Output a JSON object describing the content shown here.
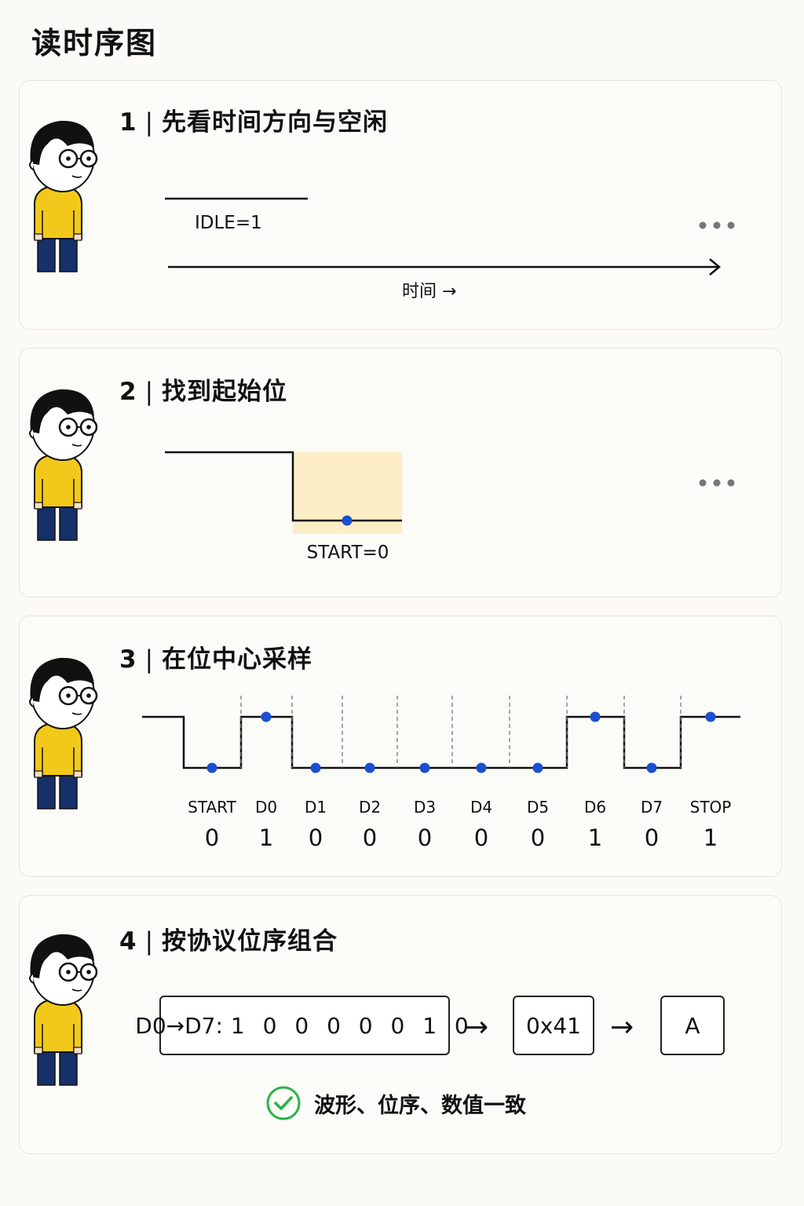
{
  "title": "读时序图",
  "steps": [
    {
      "num": "1",
      "title": "先看时间方向与空闲",
      "idle_label": "IDLE=1",
      "time_label": "时间 →"
    },
    {
      "num": "2",
      "title": "找到起始位",
      "start_label": "START=0"
    },
    {
      "num": "3",
      "title": "在位中心采样",
      "bits": [
        {
          "name": "START",
          "value": "0"
        },
        {
          "name": "D0",
          "value": "1"
        },
        {
          "name": "D1",
          "value": "0"
        },
        {
          "name": "D2",
          "value": "0"
        },
        {
          "name": "D3",
          "value": "0"
        },
        {
          "name": "D4",
          "value": "0"
        },
        {
          "name": "D5",
          "value": "0"
        },
        {
          "name": "D6",
          "value": "1"
        },
        {
          "name": "D7",
          "value": "0"
        },
        {
          "name": "STOP",
          "value": "1"
        }
      ]
    },
    {
      "num": "4",
      "title": "按协议位序组合",
      "order_label": "D0→D7:",
      "bits_string": "1 0 0 0 0 0 1 0",
      "hex": "0x41",
      "char": "A",
      "arrow": "→",
      "confirm": "波形、位序、数值一致"
    }
  ],
  "colors": {
    "sample_dot": "#1a4fd0",
    "highlight": "#fdeec7",
    "shirt": "#f2c81b",
    "pants": "#16306a",
    "check": "#2ab14a"
  },
  "icons": [
    "person-icon",
    "check-circle-icon",
    "more-dots-icon"
  ]
}
